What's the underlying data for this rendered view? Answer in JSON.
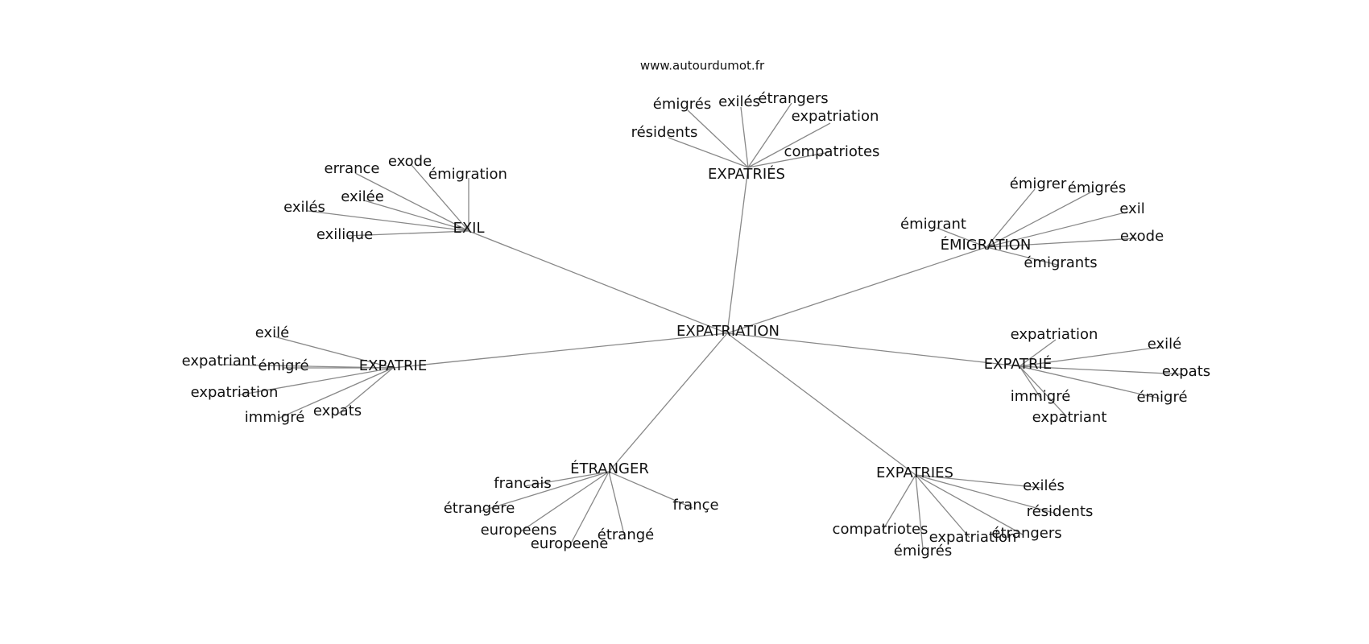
{
  "site_label": "www.autourdumot.fr",
  "center": "EXPATRIATION",
  "groups": [
    {
      "hub": "EXPATRIÉS",
      "words": [
        "émigrés",
        "exilés",
        "étrangers",
        "expatriation",
        "résidents",
        "compatriotes"
      ]
    },
    {
      "hub": "EXIL",
      "words": [
        "errance",
        "exode",
        "émigration",
        "exilée",
        "exilés",
        "exilique"
      ]
    },
    {
      "hub": "ÉMIGRATION",
      "words": [
        "émigrer",
        "émigrés",
        "exil",
        "émigrant",
        "exode",
        "émigrants"
      ]
    },
    {
      "hub": "EXPATRIE",
      "words": [
        "exilé",
        "expatriant",
        "émigré",
        "expatriation",
        "immigré",
        "expats"
      ]
    },
    {
      "hub": "EXPATRIÉ",
      "words": [
        "expatriation",
        "exilé",
        "expats",
        "émigré",
        "immigré",
        "expatriant"
      ]
    },
    {
      "hub": "ÉTRANGER",
      "words": [
        "francais",
        "étrangére",
        "europeens",
        "europeene",
        "étrangé",
        "françe"
      ]
    },
    {
      "hub": "EXPATRIES",
      "words": [
        "exilés",
        "résidents",
        "compatriotes",
        "étrangers",
        "expatriation",
        "émigrés"
      ]
    }
  ]
}
